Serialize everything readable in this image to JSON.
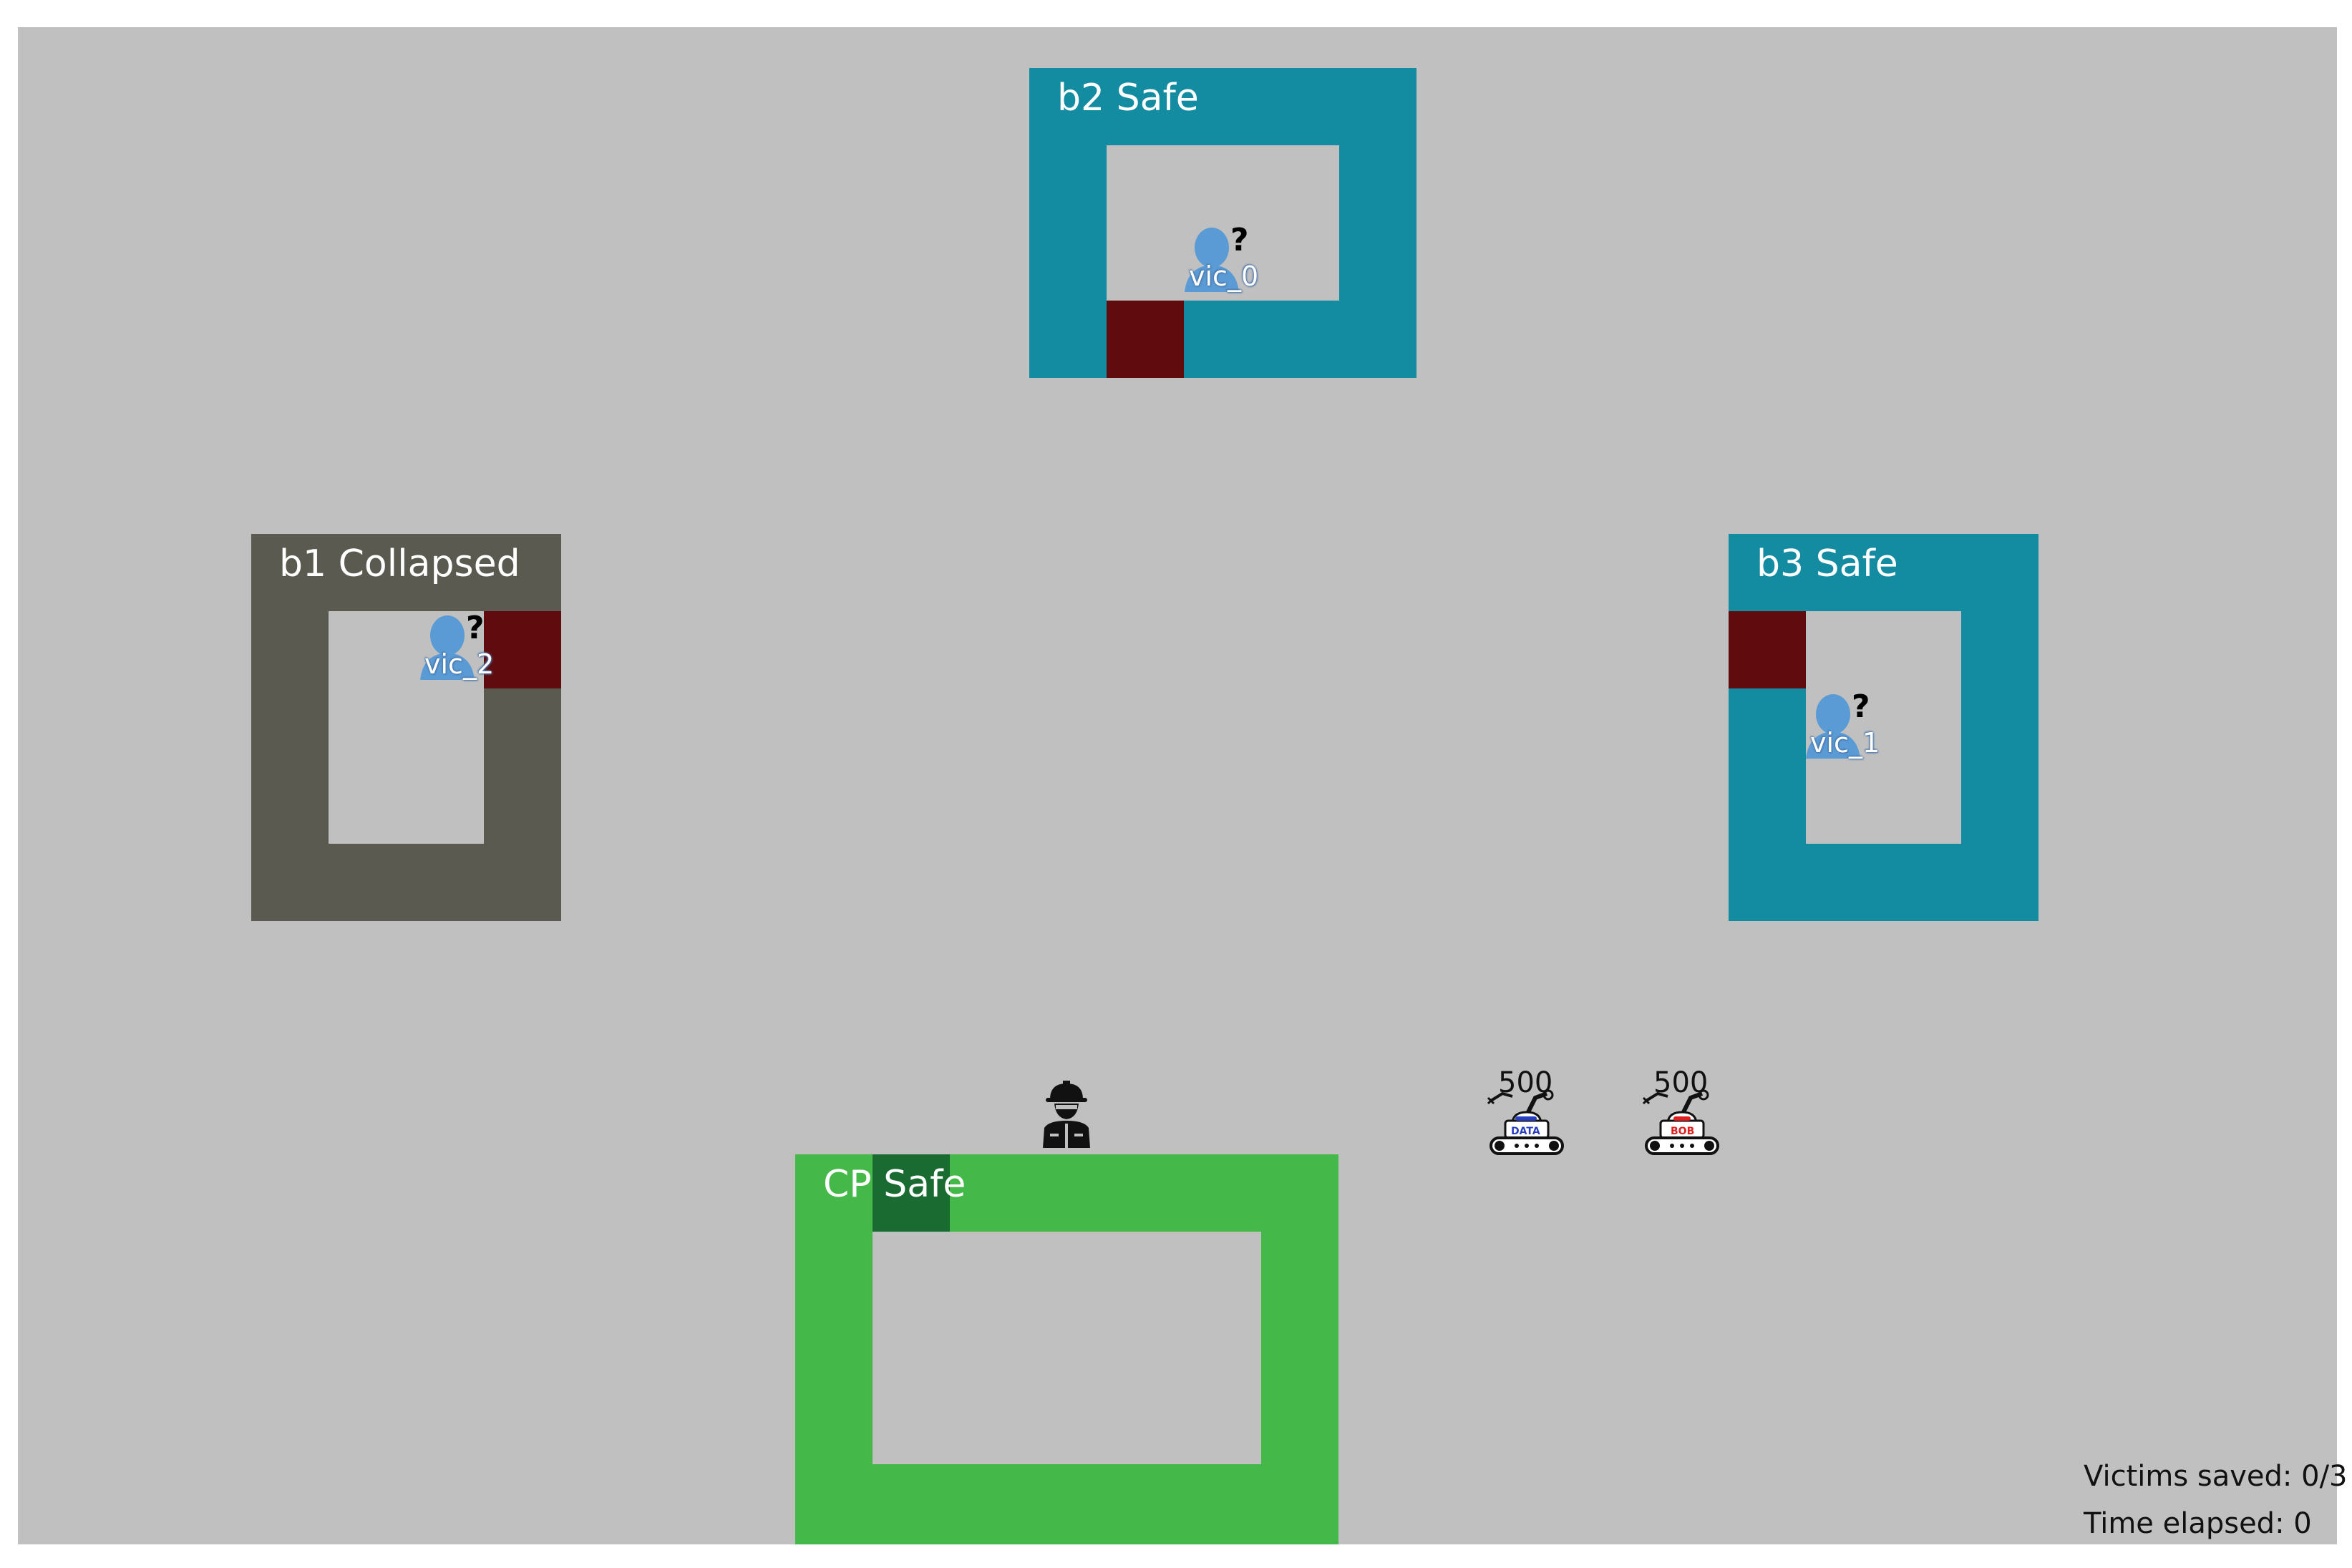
{
  "colors": {
    "background": "#c0c0c0",
    "safe_building": "#138ba0",
    "collapsed_building": "#5a5a50",
    "command_post": "#44b848",
    "door_red": "#600c0e",
    "door_green": "#1a6b32",
    "victim": "#5b9bd5"
  },
  "buildings": [
    {
      "id": "b2",
      "label": "b2 Safe",
      "status": "Safe"
    },
    {
      "id": "b1",
      "label": "b1 Collapsed",
      "status": "Collapsed"
    },
    {
      "id": "b3",
      "label": "b3 Safe",
      "status": "Safe"
    },
    {
      "id": "cp",
      "label": "CP Safe",
      "status": "Safe"
    }
  ],
  "victims": [
    {
      "name": "vic_0",
      "icon": "person-icon",
      "status_icon": "question-mark-icon"
    },
    {
      "name": "vic_1",
      "icon": "person-icon",
      "status_icon": "question-mark-icon"
    },
    {
      "name": "vic_2",
      "icon": "person-icon",
      "status_icon": "question-mark-icon"
    }
  ],
  "agents": [
    {
      "name": "firefighter",
      "icon": "firefighter-icon"
    },
    {
      "name": "DATA",
      "icon": "robot-icon",
      "energy": "500",
      "color": "#2a3fbf"
    },
    {
      "name": "BOB",
      "icon": "robot-icon",
      "energy": "500",
      "color": "#e02020"
    }
  ],
  "hud": {
    "victims_saved": "Victims saved: 0/3",
    "time_elapsed": "Time elapsed: 0"
  }
}
